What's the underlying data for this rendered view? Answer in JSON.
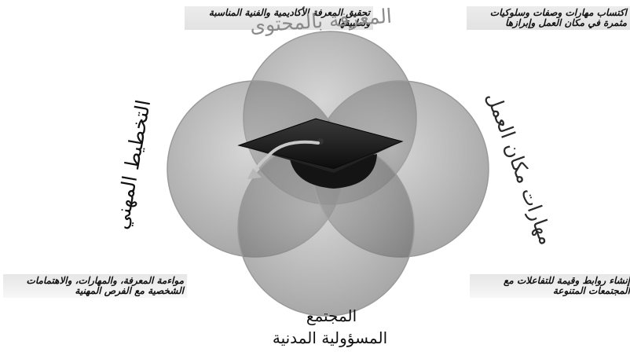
{
  "notes": {
    "top_left": "تحقيق المعرفة الأكاديمية والفنية المناسبة وتطبيقها",
    "top_right": "اكتساب مهارات وصفات وسلوكيات مثمرة في مكان العمل وإبرازها",
    "bottom_left": "مواءمة المعرفة، والمهارات، والاهتمامات الشخصية مع الفرص المهنية",
    "bottom_right": "إنشاء روابط وقيمة للتفاعلات مع المجتمعات المتنوعة"
  },
  "circles": {
    "top": "المعرفة بالمحتوى",
    "left": "التخطيط المهني",
    "right": "مهارات مكان العمل",
    "bottom_line1": "المجتمع",
    "bottom_line2": "المسؤولية المدنية"
  },
  "center_icon": "graduation-cap-icon",
  "colors": {
    "circle_fill": "#7a7a7a",
    "circle_stroke": "#9a9a9a",
    "cap": "#1a1a1a",
    "tassel": "#c8c8c8"
  }
}
